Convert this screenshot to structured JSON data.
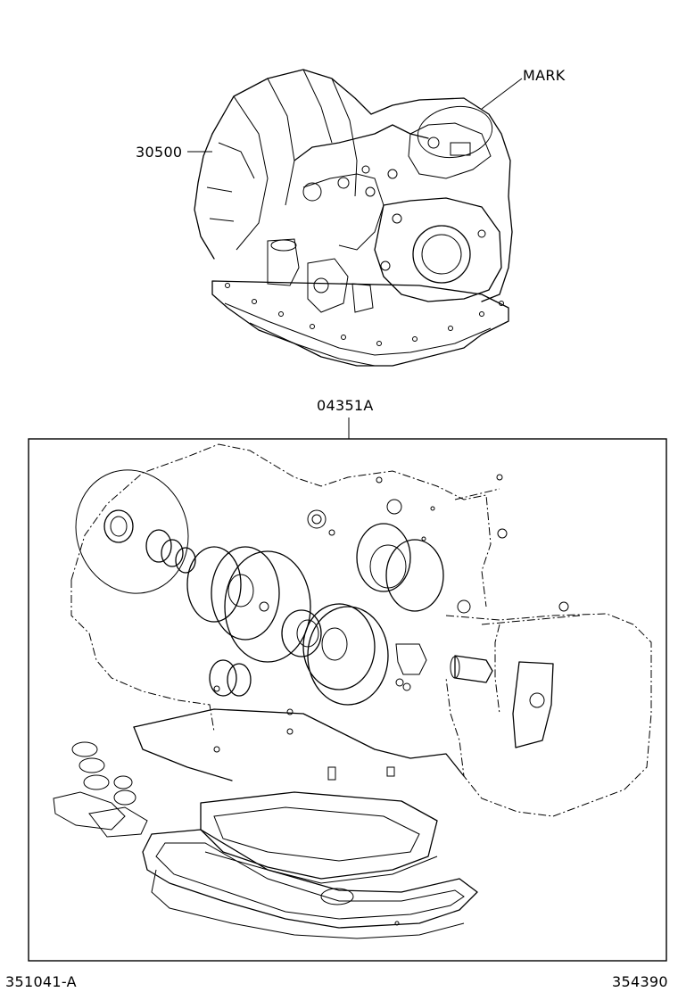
{
  "labels": {
    "assembly_part": "30500",
    "mark": "MARK",
    "kit_part": "04351A",
    "ref_left": "351041-A",
    "ref_right": "354390"
  },
  "colors": {
    "ink": "#000000",
    "paper": "#ffffff"
  }
}
